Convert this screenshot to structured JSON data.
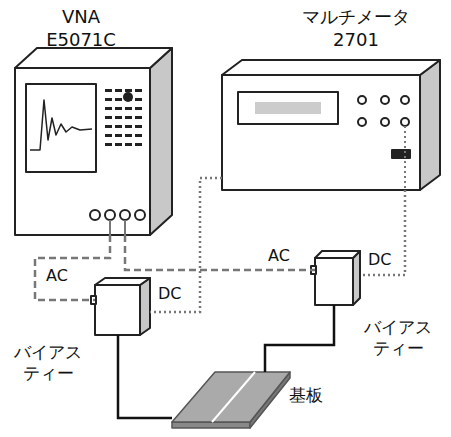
{
  "diagram": {
    "nodes": [
      {
        "text": [
          "VNA E5071C"
        ]
      },
      {
        "text": [
          "マルチメータ 2701"
        ]
      },
      {
        "text": [
          "バイアス ティー"
        ]
      },
      {
        "text": [
          "バイアス ティー"
        ]
      },
      {
        "text": [
          "基板"
        ]
      }
    ],
    "edges": [
      {
        "from": 0,
        "to": 2,
        "arrow": "none",
        "label": "AC"
      },
      {
        "from": 0,
        "to": 3,
        "arrow": "none",
        "label": "AC"
      },
      {
        "from": 1,
        "to": 2,
        "arrow": "none",
        "label": "DC"
      },
      {
        "from": 1,
        "to": 3,
        "arrow": "none",
        "label": "DC"
      },
      {
        "from": 2,
        "to": 4,
        "arrow": "none"
      },
      {
        "from": 3,
        "to": 4,
        "arrow": "none"
      }
    ]
  }
}
